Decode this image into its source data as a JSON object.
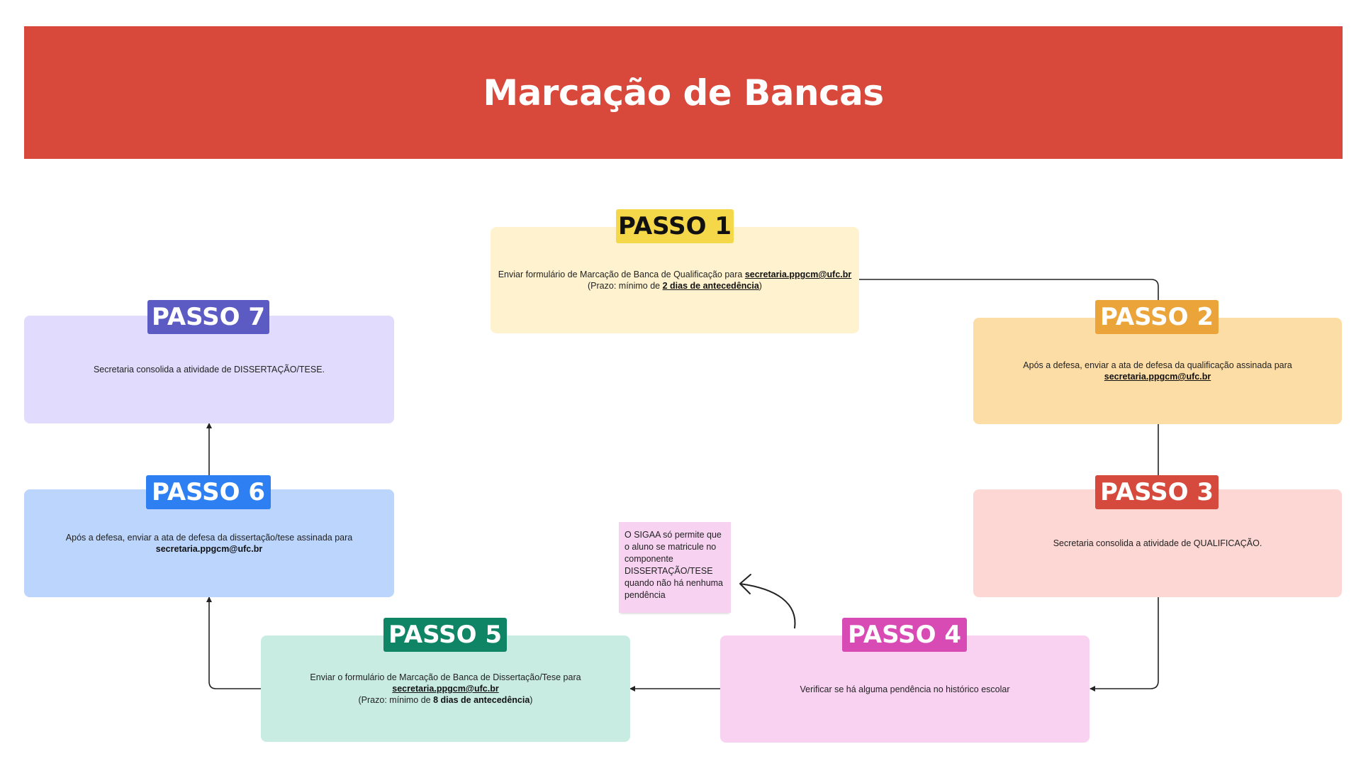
{
  "header": {
    "title": "Marcação de Bancas"
  },
  "steps": [
    {
      "tag": "PASSO 1",
      "tag_color": "#f5d849",
      "tag_text_color": "#111111",
      "card_color": "#fff3cf",
      "text_a": "Enviar formulário de Marcação de Banca de Qualificação para ",
      "email": "secretaria.ppgcm@ufc.br",
      "text_b": "(Prazo: mínimo de ",
      "deadline": "2 dias de antecedência",
      "text_c": ")"
    },
    {
      "tag": "PASSO 2",
      "tag_color": "#eba43a",
      "tag_text_color": "#ffffff",
      "card_color": "#fddda6",
      "text_a": "Após a defesa, enviar a ata de defesa da qualificação assinada para",
      "email": "secretaria.ppgcm@ufc.br"
    },
    {
      "tag": "PASSO 3",
      "tag_color": "#d54a3c",
      "tag_text_color": "#ffffff",
      "card_color": "#fdd7d4",
      "text_a": "Secretaria consolida a atividade de QUALIFICAÇÃO."
    },
    {
      "tag": "PASSO 4",
      "tag_color": "#d84bb4",
      "tag_text_color": "#ffffff",
      "card_color": "#f9d2f2",
      "text_a": "Verificar se há alguma pendência no histórico escolar"
    },
    {
      "tag": "PASSO 5",
      "tag_color": "#0f8566",
      "tag_text_color": "#ffffff",
      "card_color": "#c9ece2",
      "text_a": "Enviar o formulário de Marcação de Banca de Dissertação/Tese para",
      "email": "secretaria.ppgcm@ufc.br",
      "text_b": "(Prazo: mínimo de ",
      "deadline": "8 dias de antecedência",
      "text_c": ")"
    },
    {
      "tag": "PASSO 6",
      "tag_color": "#2d7ff2",
      "tag_text_color": "#ffffff",
      "card_color": "#bbd5fd",
      "text_a": "Após a defesa, enviar a ata de defesa da dissertação/tese assinada para",
      "email": "secretaria.ppgcm@ufc.br"
    },
    {
      "tag": "PASSO 7",
      "tag_color": "#5b5bc3",
      "tag_text_color": "#ffffff",
      "card_color": "#e1dbfd",
      "text_a": "Secretaria consolida a atividade de DISSERTAÇÃO/TESE."
    }
  ],
  "note": {
    "text": "O SIGAA só permite que o aluno se matricule no componente DISSERTAÇÃO/TESE quando não há nenhuma pendência",
    "color": "#f7d3f1"
  }
}
